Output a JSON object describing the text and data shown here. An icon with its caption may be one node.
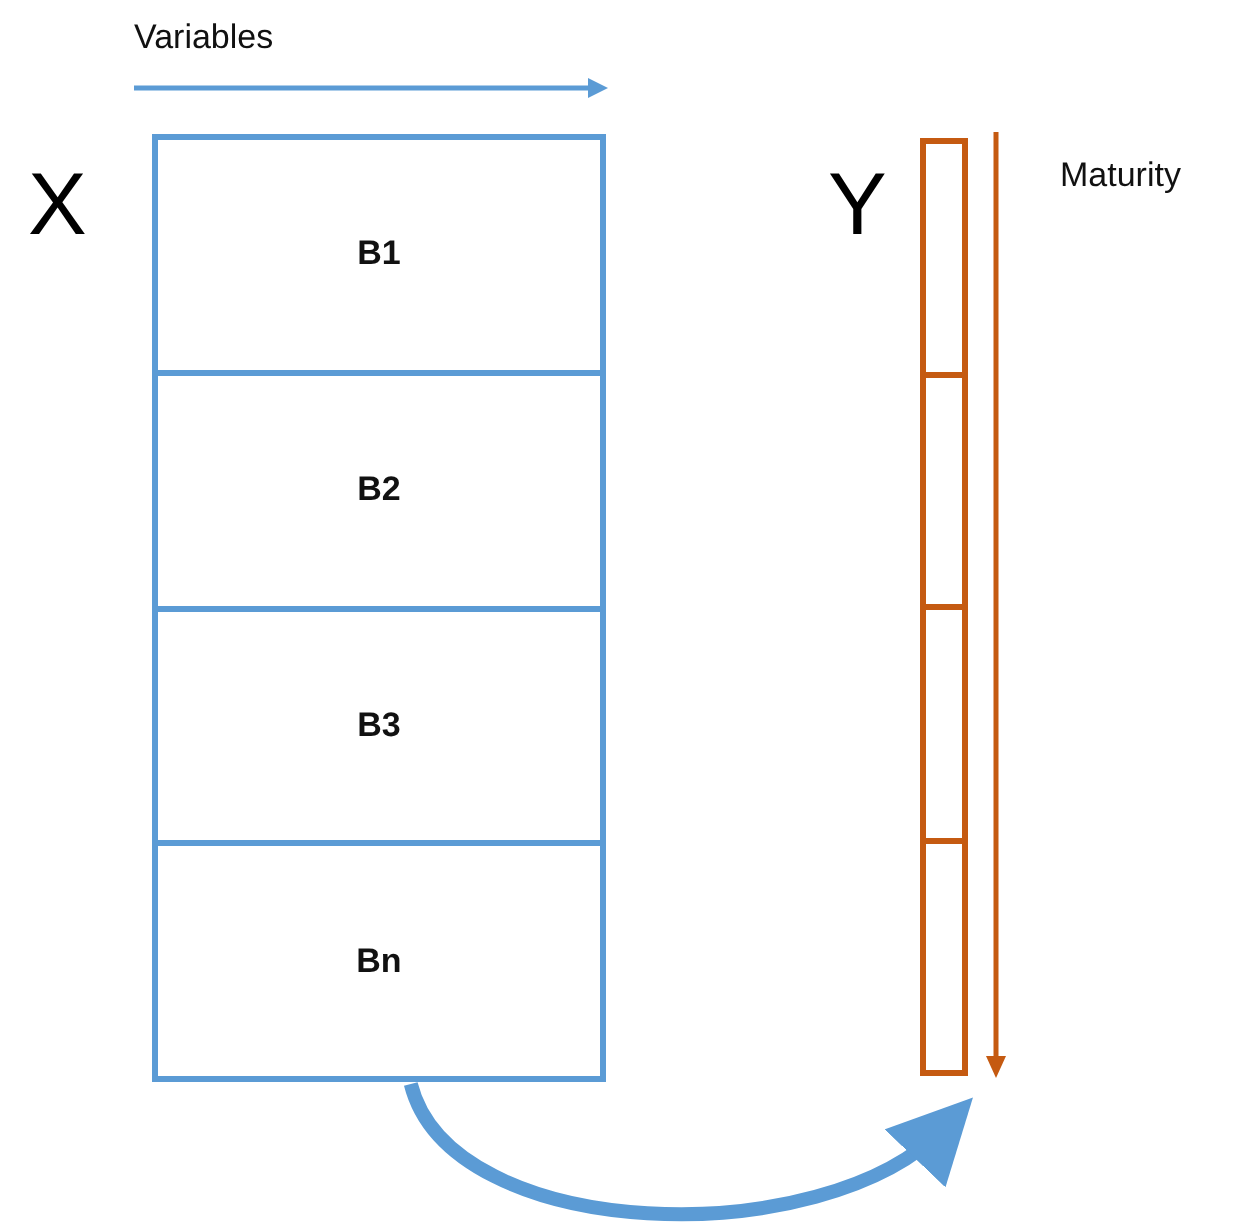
{
  "diagram": {
    "nodes": [
      {
        "text": [
          "X"
        ]
      },
      {
        "text": [
          "B1"
        ],
        "in": 0
      },
      {
        "text": [
          "B2"
        ],
        "in": 0
      },
      {
        "text": [
          "B3"
        ],
        "in": 0
      },
      {
        "text": [
          "Bn"
        ],
        "in": 0
      },
      {
        "text": [
          "Y"
        ]
      },
      {
        "text": [],
        "shape": "box",
        "in": 5
      },
      {
        "text": [],
        "shape": "box",
        "in": 5
      },
      {
        "text": [],
        "shape": "box",
        "in": 5
      },
      {
        "text": [],
        "shape": "box",
        "in": 5
      }
    ],
    "edges": [
      {
        "from": 0,
        "to": 5,
        "arrow": "to"
      }
    ],
    "labels": [
      "Variables",
      "Maturity"
    ]
  }
}
